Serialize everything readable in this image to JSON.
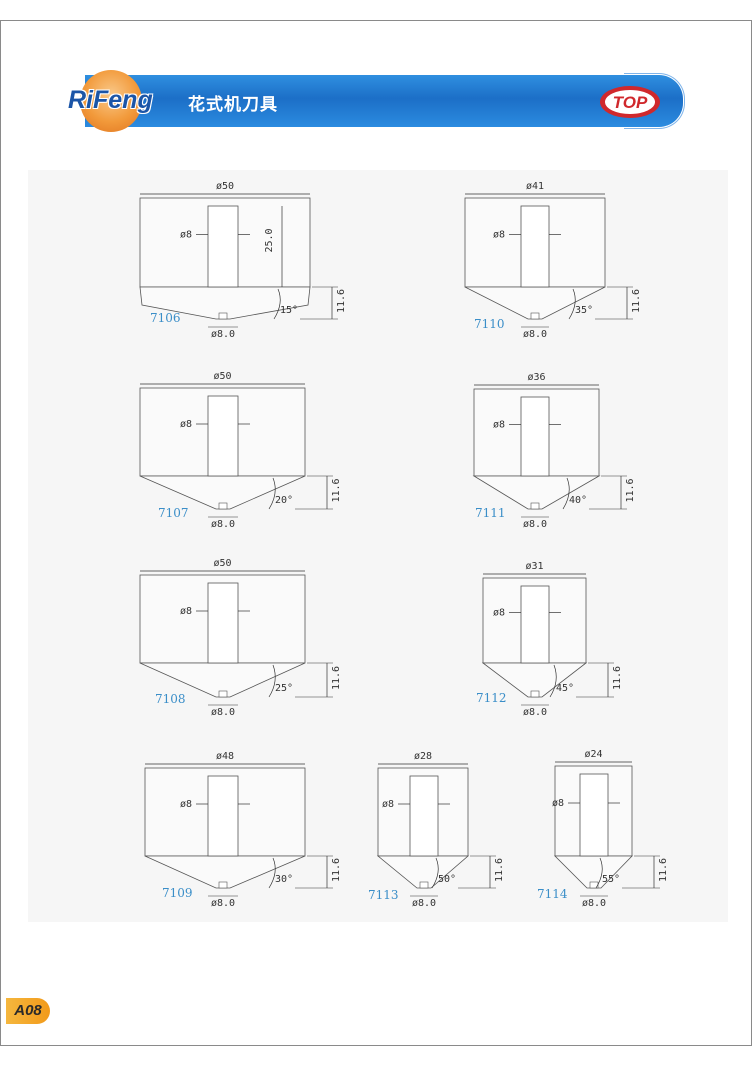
{
  "header": {
    "brand": "RiFeng",
    "title": "花式机刀具",
    "logo_mark": "TOP"
  },
  "tools": [
    {
      "model": "7106",
      "diameter": "ø50",
      "shank": "ø8",
      "tip": "ø8.0",
      "height": "11.6",
      "angle": "15°",
      "shank_height": "25.0"
    },
    {
      "model": "7110",
      "diameter": "ø41",
      "shank": "ø8",
      "tip": "ø8.0",
      "height": "11.6",
      "angle": "35°"
    },
    {
      "model": "7107",
      "diameter": "ø50",
      "shank": "ø8",
      "tip": "ø8.0",
      "height": "11.6",
      "angle": "20°"
    },
    {
      "model": "7111",
      "diameter": "ø36",
      "shank": "ø8",
      "tip": "ø8.0",
      "height": "11.6",
      "angle": "40°"
    },
    {
      "model": "7108",
      "diameter": "ø50",
      "shank": "ø8",
      "tip": "ø8.0",
      "height": "11.6",
      "angle": "25°"
    },
    {
      "model": "7112",
      "diameter": "ø31",
      "shank": "ø8",
      "tip": "ø8.0",
      "height": "11.6",
      "angle": "45°"
    },
    {
      "model": "7109",
      "diameter": "ø48",
      "shank": "ø8",
      "tip": "ø8.0",
      "height": "11.6",
      "angle": "30°"
    },
    {
      "model": "7113",
      "diameter": "ø28",
      "shank": "ø8",
      "tip": "ø8.0",
      "height": "11.6",
      "angle": "50°"
    },
    {
      "model": "7114",
      "diameter": "ø24",
      "shank": "ø8",
      "tip": "ø8.0",
      "height": "11.6",
      "angle": "55°"
    }
  ],
  "footer": {
    "page": "A08"
  },
  "colors": {
    "header_blue": "#1c6fc7",
    "brand_red": "#d0282c",
    "model_label": "#3a8ec8",
    "page_tab": "#f29a1a"
  }
}
